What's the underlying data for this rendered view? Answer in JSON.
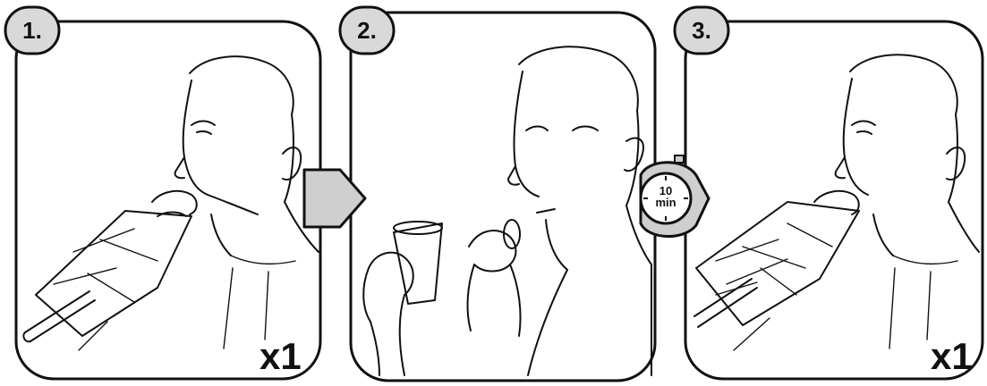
{
  "steps": [
    {
      "number": "1.",
      "count": "x1",
      "depiction": "man drinking from bag"
    },
    {
      "number": "2.",
      "count": "",
      "depiction": "man holding cup and capsule"
    },
    {
      "number": "3.",
      "count": "x1",
      "depiction": "man drinking from bag"
    }
  ],
  "arrow": {
    "icon": "arrow-right-icon"
  },
  "timer": {
    "value": "10",
    "unit": "min",
    "icon": "stopwatch-icon"
  },
  "colors": {
    "line": "#111111",
    "badge_fill": "#d9d9d9",
    "arrow_fill": "#cfcfcf"
  }
}
